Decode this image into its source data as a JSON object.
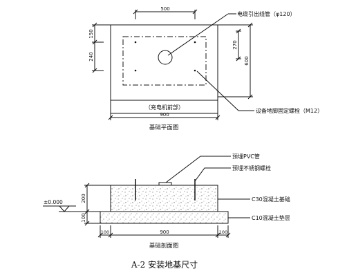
{
  "plan": {
    "dim_top": "500",
    "dim_left_top": "150",
    "dim_left_bottom": "240",
    "dim_inner_right": "270",
    "dim_outer_right": "600",
    "dim_bottom": "900",
    "front_label": "（充电机前部）",
    "callout_cable": "电缆引出线管（φ120）",
    "callout_bolt": "设备地脚固定螺栓（M12）",
    "title": "基础平面图"
  },
  "section": {
    "callout_pvc": "预埋PVC管",
    "callout_bolt": "预埋不锈钢螺栓",
    "callout_c30": "C30混凝土基础",
    "callout_c10": "C10混凝土垫层",
    "level": "±0.000",
    "dim_h_top": "200",
    "dim_h_bottom": "100",
    "dim_b_left": "100",
    "dim_b_mid": "900",
    "dim_b_right": "100",
    "title": "基础剖面图"
  },
  "caption": "A-2   安装地基尺寸"
}
